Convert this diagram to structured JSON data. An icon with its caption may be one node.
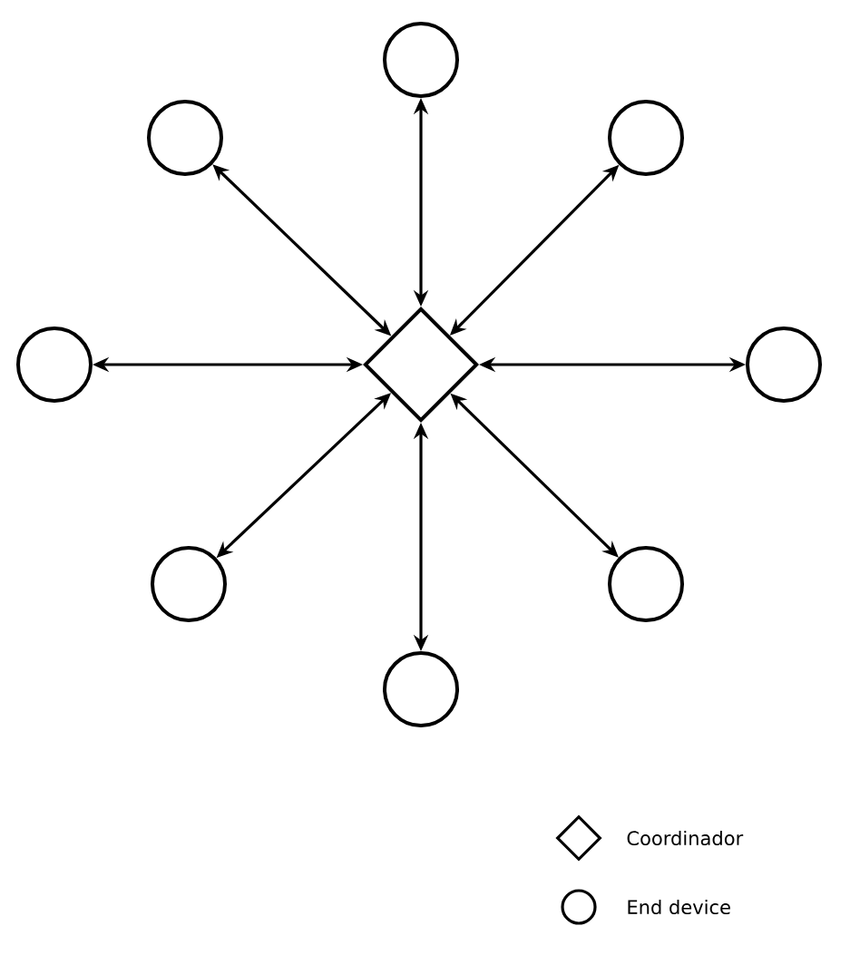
{
  "diagram": {
    "nodes": [
      {
        "text": [],
        "shape": "circle"
      },
      {
        "text": [],
        "shape": "circle"
      },
      {
        "text": [],
        "shape": "circle"
      },
      {
        "text": [],
        "shape": "circle"
      },
      {
        "text": [],
        "shape": "diamond"
      },
      {
        "text": [],
        "shape": "circle"
      },
      {
        "text": [],
        "shape": "circle"
      },
      {
        "text": [],
        "shape": "circle"
      },
      {
        "text": [],
        "shape": "circle"
      }
    ],
    "edges": [
      {
        "from": 4,
        "to": 0,
        "arrow": "both"
      },
      {
        "from": 4,
        "to": 1,
        "arrow": "both"
      },
      {
        "from": 4,
        "to": 2,
        "arrow": "both"
      },
      {
        "from": 4,
        "to": 3,
        "arrow": "both"
      },
      {
        "from": 4,
        "to": 5,
        "arrow": "both"
      },
      {
        "from": 4,
        "to": 6,
        "arrow": "both"
      },
      {
        "from": 4,
        "to": 7,
        "arrow": "both"
      },
      {
        "from": 4,
        "to": 8,
        "arrow": "both"
      }
    ],
    "legend": [
      {
        "text": "Coordinador"
      },
      {
        "text": "End device"
      }
    ]
  }
}
